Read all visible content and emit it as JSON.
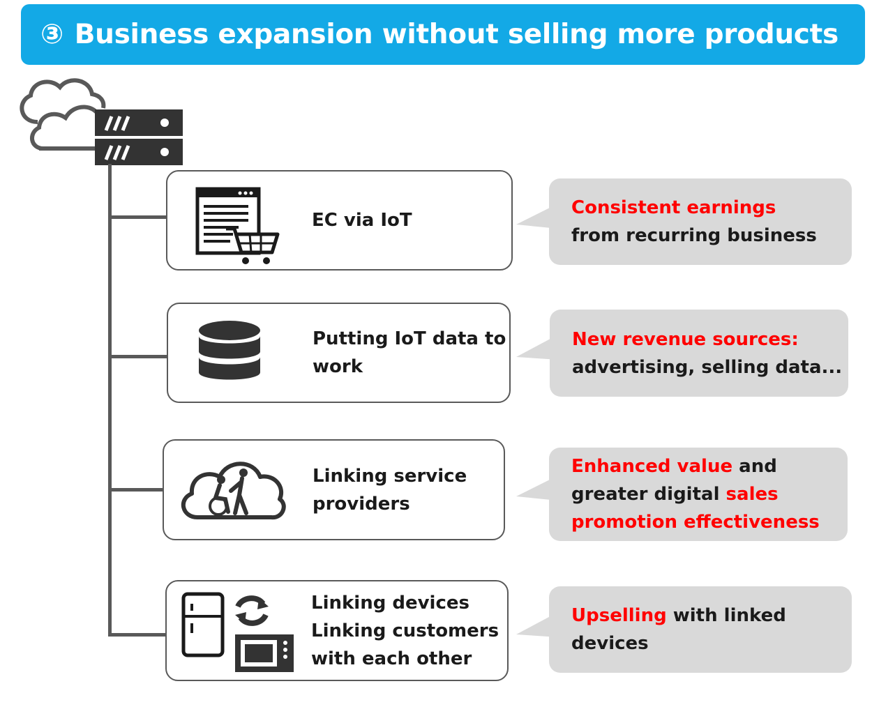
{
  "title": {
    "number": "③",
    "text": "Business expansion without selling more products"
  },
  "colors": {
    "banner": "#13a9e6",
    "accent": "#ff0000",
    "bubble": "#d9d9d9",
    "line": "#595959"
  },
  "icons": {
    "root": "cloud-server-icon",
    "row1": "web-page-shopping-cart-icon",
    "row2": "database-icon",
    "row3": "cloud-care-service-icon",
    "row4": "linked-appliances-icon"
  },
  "rows": [
    {
      "label_lines": [
        "EC via IoT"
      ],
      "bubble_lines": [
        [
          {
            "text": "Consistent earnings",
            "accent": true
          }
        ],
        [
          {
            "text": "from recurring business",
            "accent": false
          }
        ]
      ]
    },
    {
      "label_lines": [
        "Putting IoT data to",
        "work"
      ],
      "bubble_lines": [
        [
          {
            "text": "New revenue sources:",
            "accent": true
          }
        ],
        [
          {
            "text": "advertising, selling data...",
            "accent": false
          }
        ]
      ]
    },
    {
      "label_lines": [
        "Linking service",
        "providers"
      ],
      "bubble_lines": [
        [
          {
            "text": "Enhanced value",
            "accent": true
          },
          {
            "text": " and",
            "accent": false
          }
        ],
        [
          {
            "text": "greater digital ",
            "accent": false
          },
          {
            "text": "sales",
            "accent": true
          }
        ],
        [
          {
            "text": "promotion effectiveness",
            "accent": true
          }
        ]
      ]
    },
    {
      "label_lines": [
        "Linking devices",
        "Linking customers",
        "with each other"
      ],
      "bubble_lines": [
        [
          {
            "text": "Upselling",
            "accent": true
          },
          {
            "text": " with linked",
            "accent": false
          }
        ],
        [
          {
            "text": "devices",
            "accent": false
          }
        ]
      ]
    }
  ]
}
